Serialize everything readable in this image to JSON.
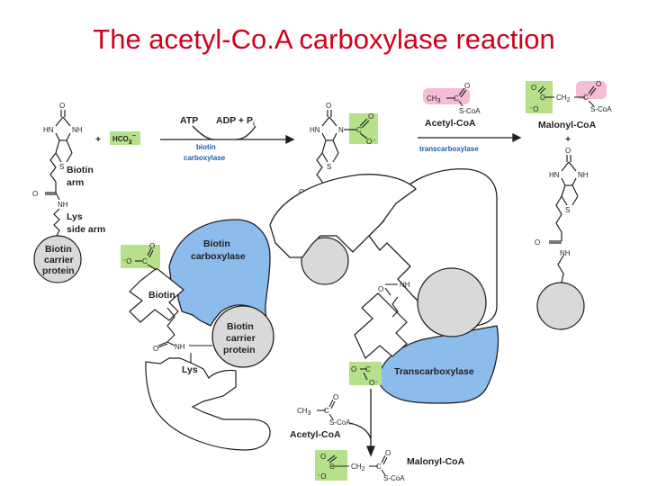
{
  "slide": {
    "title": "The acetyl-Co.A carboxylase reaction"
  },
  "colors": {
    "title": "#d0021b",
    "enzyme_blue": "#8bbcec",
    "protein_gray": "#d9d9d9",
    "green_highlight": "#b6e08a",
    "pink_highlight": "#f4bcd6",
    "enzyme_label_blue": "#1a5fa8"
  },
  "reaction": {
    "step1": {
      "top_left": "ATP",
      "top_right": "ADP + P",
      "top_right_sub": "i",
      "enzyme_line1": "biotin",
      "enzyme_line2": "carboxylase"
    },
    "step2": {
      "substrate": "Acetyl-CoA",
      "enzyme": "transcarboxylase",
      "product": "Malonyl-CoA"
    },
    "bicarbonate": "HCO",
    "bicarbonate_sub": "3",
    "bicarbonate_sup": "−",
    "plus": "+"
  },
  "labels": {
    "biotin_arm_1": "Biotin",
    "biotin_arm_2": "arm",
    "lys_arm_1": "Lys",
    "lys_arm_2": "side arm",
    "bcp_1": "Biotin",
    "bcp_2": "carrier",
    "bcp_3": "protein",
    "biotin_carboxylase_1": "Biotin",
    "biotin_carboxylase_2": "carboxylase",
    "biotin_box": "Biotin",
    "lys": "Lys",
    "transcarboxylase": "Transcarboxylase",
    "acetyl_coa": "Acetyl-CoA",
    "malonyl_coa": "Malonyl-CoA"
  },
  "chem": {
    "hn": "HN",
    "nh": "NH",
    "s": "S",
    "o": "O",
    "c": "C",
    "ch3": "CH",
    "ch2": "CH",
    "sub3": "3",
    "sub2": "2",
    "sco_a": "S-CoA",
    "minus_o": "⁻O",
    "o_minus": "O⁻",
    "nh_label": "NH"
  }
}
